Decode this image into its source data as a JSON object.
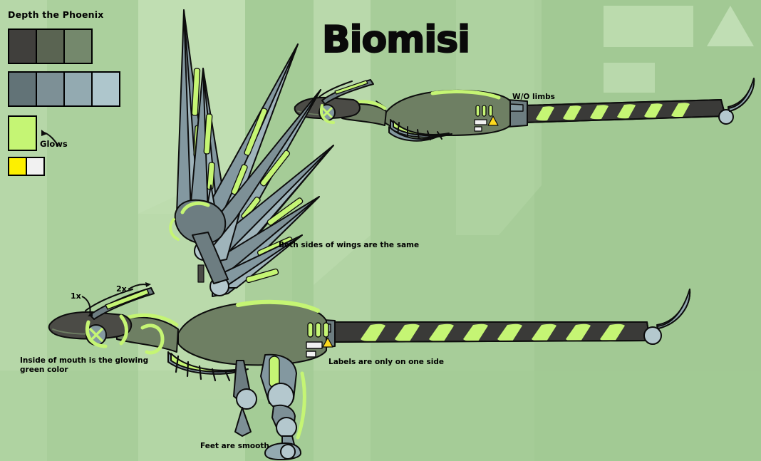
{
  "document": {
    "title": "Biomisi",
    "character_name": "Depth the Phoenix",
    "type": "character-reference-sheet"
  },
  "palette": {
    "label": "Depth the Phoenix",
    "row1": [
      {
        "name": "charcoal",
        "hex": "#403f3c"
      },
      {
        "name": "olive-gray",
        "hex": "#5a6452"
      },
      {
        "name": "sage-green",
        "hex": "#74886c"
      }
    ],
    "row2": [
      {
        "name": "slate-dark",
        "hex": "#627377"
      },
      {
        "name": "slate-mid",
        "hex": "#7d9096"
      },
      {
        "name": "slate-light",
        "hex": "#93aab1"
      },
      {
        "name": "slate-pale",
        "hex": "#aec6cc"
      }
    ],
    "glow": {
      "name": "glow-green",
      "hex": "#c5f574",
      "note": "Glows"
    },
    "accents": [
      {
        "name": "yellow",
        "hex": "#fdf000"
      },
      {
        "name": "white",
        "hex": "#f1f1f1"
      }
    ]
  },
  "annotations": {
    "wings": "Both sides of wings are the same",
    "no_limbs": "W/O limbs",
    "mouth": "Inside of mouth is the glowing\ngreen color",
    "labels": "Labels are only on one side",
    "feet": "Feet are smooth",
    "horn_1x": "1x",
    "horn_2x": "2x"
  },
  "colors": {
    "background": "#a9cf9b",
    "background_light": "#bcdcae",
    "background_lighter": "#c7e2ba",
    "background_dark": "#9cc48e",
    "outline": "#0d0d0d",
    "body_olive": "#6e7f63",
    "body_olive_dark": "#5d6e54",
    "metal_dark": "#6d7d81",
    "metal_mid": "#8398a0",
    "metal_light": "#9fb4bb",
    "metal_pale": "#b4c8ce",
    "tail_dark": "#3a3a38",
    "glow": "#c5f574",
    "glow_dim": "#b4e862",
    "warning_yellow": "#fdd91e",
    "panel_white": "#f0f0f0"
  },
  "creature": {
    "upper_view": {
      "name": "without-limbs-view",
      "label": "W/O limbs"
    },
    "lower_view": {
      "name": "full-body-view"
    },
    "features": [
      "wings",
      "tail",
      "legs",
      "head",
      "neck-vents",
      "body-panel"
    ]
  },
  "body_panel": {
    "bars": 3,
    "warning_icon": "warning-triangle",
    "label_blocks": 2
  }
}
